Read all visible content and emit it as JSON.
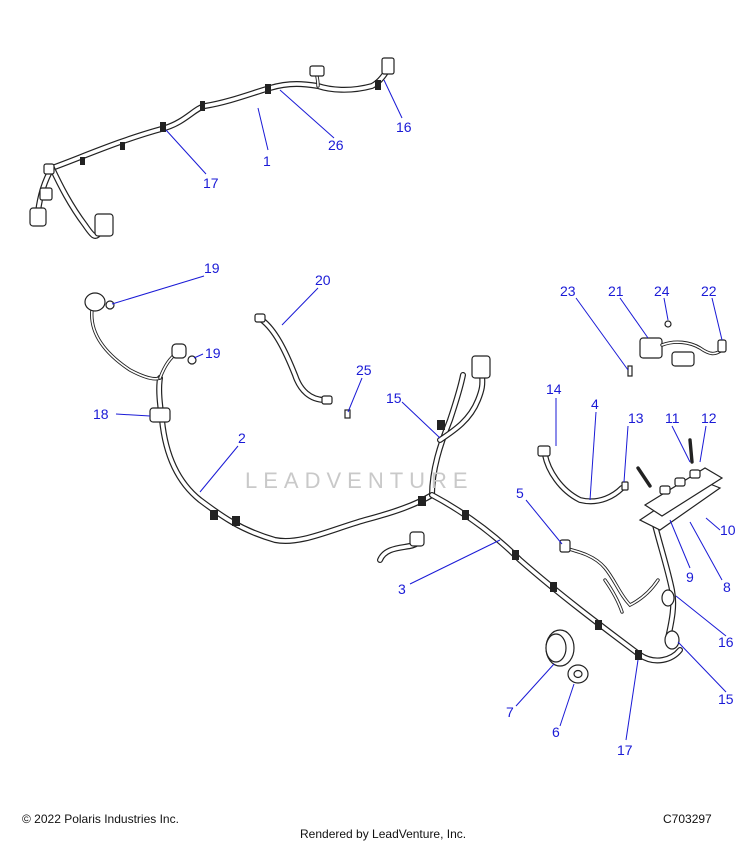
{
  "callouts": [
    {
      "label": "1"
    },
    {
      "label": "26"
    },
    {
      "label": "16"
    },
    {
      "label": "17"
    },
    {
      "label": "19"
    },
    {
      "label": "20"
    },
    {
      "label": "19"
    },
    {
      "label": "18"
    },
    {
      "label": "2"
    },
    {
      "label": "25"
    },
    {
      "label": "15"
    },
    {
      "label": "23"
    },
    {
      "label": "21"
    },
    {
      "label": "24"
    },
    {
      "label": "22"
    },
    {
      "label": "14"
    },
    {
      "label": "4"
    },
    {
      "label": "13"
    },
    {
      "label": "11"
    },
    {
      "label": "12"
    },
    {
      "label": "5"
    },
    {
      "label": "10"
    },
    {
      "label": "9"
    },
    {
      "label": "8"
    },
    {
      "label": "3"
    },
    {
      "label": "16"
    },
    {
      "label": "15"
    },
    {
      "label": "7"
    },
    {
      "label": "6"
    },
    {
      "label": "17"
    }
  ],
  "watermark": "LEADVENTURE",
  "footer": {
    "copyright": "© 2022 Polaris Industries Inc.",
    "diagram_code": "C703297",
    "rendered_by": "Rendered by LeadVenture, Inc."
  },
  "colors": {
    "callout": "#1a1ad6",
    "line_art": "#222222",
    "watermark": "#c9c9c9"
  }
}
